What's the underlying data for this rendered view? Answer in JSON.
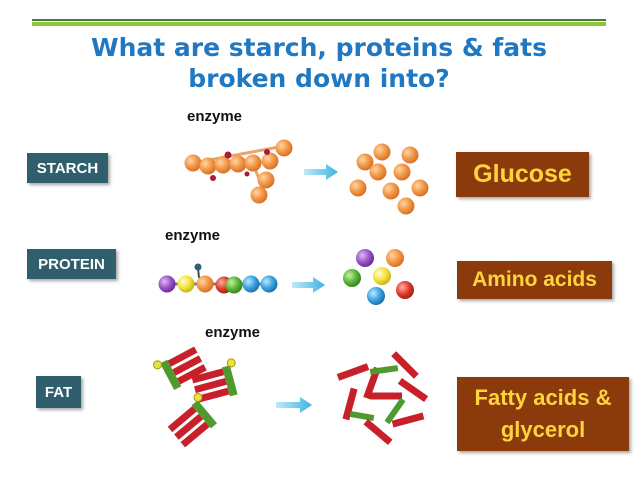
{
  "title": {
    "line1": "What are starch, proteins & fats",
    "line2": "broken down into?"
  },
  "rows": [
    {
      "label": "STARCH",
      "enzyme": "enzyme",
      "result": "Glucose"
    },
    {
      "label": "PROTEIN",
      "enzyme": "enzyme",
      "result": "Amino acids"
    },
    {
      "label": "FAT",
      "enzyme": "enzyme",
      "result_line1": "Fatty acids &",
      "result_line2": "glycerol"
    }
  ],
  "colors": {
    "title": "#1f78c1",
    "label_bg": "#2f5f6c",
    "result_bg": "#8b3a0b",
    "result_text": "#ffd33c",
    "arrow": "#5fc3e8",
    "glucose": "#f39a4a"
  }
}
